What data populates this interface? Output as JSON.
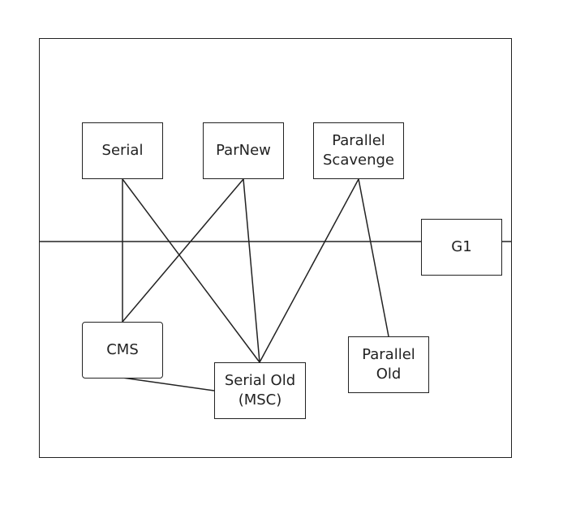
{
  "diagram": {
    "nodes": [
      {
        "id": "serial",
        "label": "Serial"
      },
      {
        "id": "parnew",
        "label": "ParNew"
      },
      {
        "id": "parallel_scavenge",
        "label": "Parallel\nScavenge"
      },
      {
        "id": "g1",
        "label": "G1"
      },
      {
        "id": "cms",
        "label": "CMS"
      },
      {
        "id": "serial_old",
        "label": "Serial Old\n(MSC)"
      },
      {
        "id": "parallel_old",
        "label": "Parallel\nOld"
      }
    ],
    "edges": [
      {
        "from": "serial",
        "to": "cms"
      },
      {
        "from": "serial",
        "to": "serial_old"
      },
      {
        "from": "parnew",
        "to": "cms"
      },
      {
        "from": "parnew",
        "to": "serial_old"
      },
      {
        "from": "parallel_scavenge",
        "to": "serial_old"
      },
      {
        "from": "parallel_scavenge",
        "to": "parallel_old"
      },
      {
        "from": "cms",
        "to": "serial_old"
      }
    ],
    "colors": {
      "line": "#222222",
      "background": "#ffffff"
    }
  }
}
